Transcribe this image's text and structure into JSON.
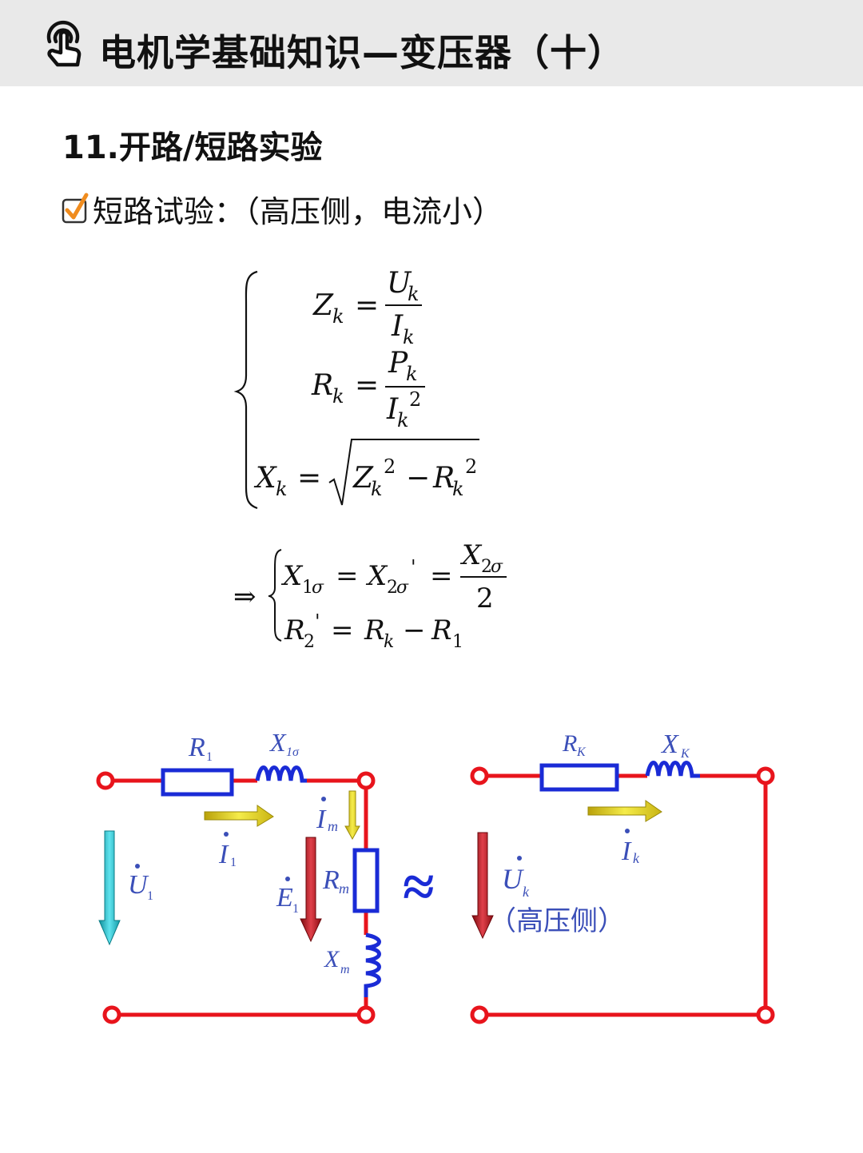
{
  "header": {
    "title": "电机学基础知识—变压器（十）",
    "icon": "touch-hand-icon",
    "background": "#e9e9e9"
  },
  "section": {
    "title": "11.开路/短路实验"
  },
  "checklist": {
    "icon": "orange-checkbox-icon",
    "text": "短路试验：（高压侧，电流小）",
    "accent": "#f08c1e"
  },
  "formulas": {
    "group1": [
      "Z_k = U_k / I_k",
      "R_k = P_k / I_k^2",
      "X_k = sqrt(Z_k^2 − R_k^2)"
    ],
    "implies": "⇒",
    "group2": [
      "X_1σ = X_2σ' = X_2σ / 2",
      "R_2' = R_k − R_1"
    ]
  },
  "circuit": {
    "left": {
      "R1": "R",
      "R1_sub": "1",
      "X1s": "X",
      "X1s_sub": "1σ",
      "I1": "I",
      "I1_sub": "1",
      "Im": "I",
      "Im_sub": "m",
      "U1": "U",
      "U1_sub": "1",
      "E1": "E",
      "E1_sub": "1",
      "Rm": "R",
      "Rm_sub": "m",
      "Xm": "X",
      "Xm_sub": "m"
    },
    "approx": "≈",
    "right": {
      "Rk": "R",
      "Rk_sub": "K",
      "Xk": "X",
      "Xk_sub": "K",
      "Ik": "I",
      "Ik_sub": "k",
      "Uk": "U",
      "Uk_sub": "k",
      "note": "（高压侧）"
    },
    "colors": {
      "wire": "#e8141c",
      "component": "#1a2bd6",
      "label": "#3b4fb8",
      "current_arrow": "#d8c81a",
      "voltage_arrow_left": "#1ab8c8",
      "emf_arrow": "#c0141c"
    }
  }
}
